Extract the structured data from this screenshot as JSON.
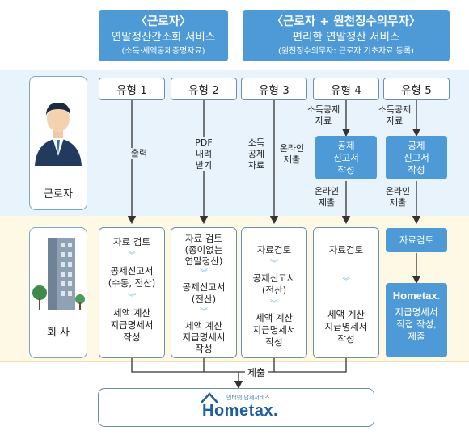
{
  "header_left": {
    "line1": "〈근로자〉",
    "line2": "연말정산간소화 서비스",
    "line3": "(소득·세액공제증명자료)"
  },
  "header_right": {
    "line1": "〈근로자 + 원천징수의무자〉",
    "line2": "편리한 연말정산 서비스",
    "line3": "(원천징수의무자: 근로자 기초자료 등록)"
  },
  "rows": {
    "worker_label": "근로자",
    "company_label": "회 사"
  },
  "types": [
    "유형 1",
    "유형 2",
    "유형 3",
    "유형 4",
    "유형 5"
  ],
  "worker_flow": {
    "t1_action": "출력",
    "t2_action": [
      "PDF",
      "내려",
      "받기"
    ],
    "t3_action_left": [
      "소득",
      "공제",
      "자료"
    ],
    "t3_action_right": [
      "온라인",
      "제출"
    ],
    "t4_top": [
      "소득공제",
      "자료"
    ],
    "t4_box": [
      "공제",
      "신고서",
      "작성"
    ],
    "t4_bottom": [
      "온라인",
      "제출"
    ],
    "t5_top": [
      "소득공제",
      "자료"
    ],
    "t5_box": [
      "공제",
      "신고서",
      "작성"
    ],
    "t5_bottom": [
      "온라인",
      "제출"
    ]
  },
  "company_flow": {
    "t1": [
      "자료 검토",
      "공제신고서",
      "(수동, 전산)",
      "세액 계산",
      "지급명세서",
      "작성"
    ],
    "t2": [
      "자료 검토",
      "(종이없는",
      "연말정산)",
      "공제신고서",
      "(전산)",
      "세액 계산",
      "지급명세서",
      "작성"
    ],
    "t3": [
      "자료검토",
      "공제신고서",
      "(전산)",
      "세액 계산",
      "지급명세서",
      "작성"
    ],
    "t4": [
      "자료검토",
      "세액 계산",
      "지급명세서",
      "작성"
    ],
    "t5_review": "자료검토",
    "t5_box": [
      "지급명세서",
      "직접 작성,",
      "제출"
    ]
  },
  "submit_label": "제출",
  "logo": {
    "small_text": "인터넷 납세서비스",
    "brand": "Hometax."
  },
  "colors": {
    "header_blue": "#4e9ad6",
    "top_band": "#e8f3fb",
    "bottom_band": "#fdf9e4",
    "card_border": "#6b8fb0",
    "chevron": "#7ab8e6"
  }
}
